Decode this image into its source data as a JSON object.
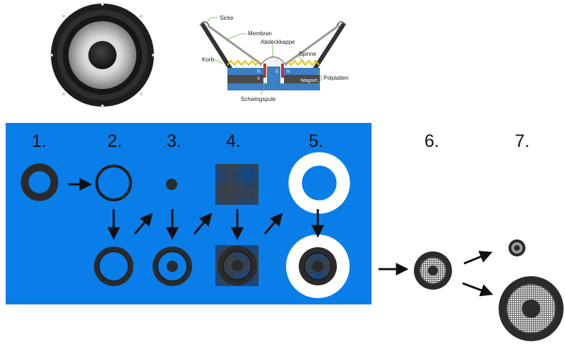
{
  "diagram_labels": {
    "sicke": "Sicke",
    "membran": "Membran",
    "abdeckkappe": "Abdeckkappe",
    "korb": "Korb",
    "spinne": "Spinne",
    "polplatten": "Polplatten",
    "magnet": "Magnet",
    "schwingspule": "Schwingspule",
    "n_left": "N",
    "s_left": "S",
    "s_right": "S",
    "n_right": "N"
  },
  "steps": {
    "s1": "1.",
    "s2": "2.",
    "s3": "3.",
    "s4": "4.",
    "s5": "5.",
    "s6": "6.",
    "s7": "7."
  },
  "colors": {
    "panel_blue": "#0a7ee8",
    "speaker_dark": "#2b2b2b",
    "ring_white": "#ffffff",
    "magnet_blue": "#3d7fc4",
    "spider_yellow": "#e6c200"
  }
}
